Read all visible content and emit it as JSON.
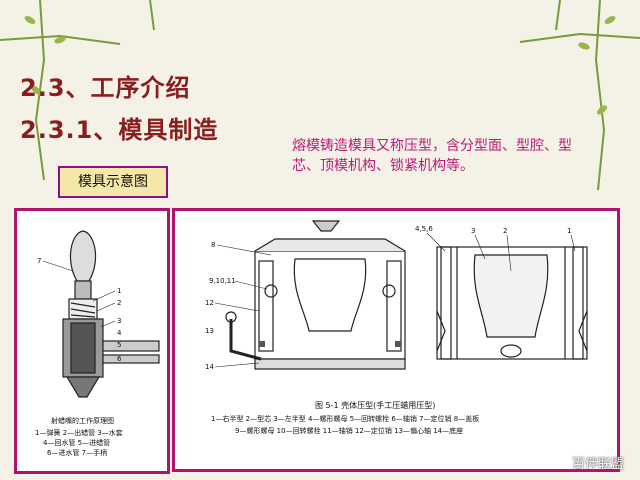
{
  "slide": {
    "heading_1": "2.3、工序介绍",
    "heading_2": "2.3.1、模具制造",
    "description": "熔模铸造模具又称压型，含分型面、型腔、型芯、顶模机构、锁紧机构等。",
    "label_box": "模具示意图",
    "watermark": "百伴联盟"
  },
  "left_figure": {
    "caption": "射蜡嘴的工作原理图",
    "callouts": [
      "7",
      "1",
      "2",
      "3",
      "4",
      "5",
      "6"
    ],
    "legend": [
      "1—弹簧  2—出蜡管  3—水套",
      "4—回水管  5—进蜡管",
      "6—进水管  7—手柄"
    ]
  },
  "right_figure": {
    "caption": "图 5-1   壳体压型(手工压蜡用压型)",
    "callouts_left": [
      "8",
      "9,10,11",
      "12",
      "13",
      "14"
    ],
    "callouts_top": [
      "4,5,6",
      "3",
      "2",
      "1"
    ],
    "legend": [
      "1—右半型  2—型芯  3—左半型  4—螺形螺母  5—回转螺栓  6—轴销  7—定位销  8—盖板",
      "9—螺形螺母  10—回转螺栓  11—轴销  12—定位销  13—偏心轴  14—底座"
    ]
  },
  "colors": {
    "title": "#8a1d1d",
    "description": "#c0187a",
    "panel_border": "#b0126e",
    "label_fill": "#f3e8a8",
    "vine": "#7a9a3a"
  }
}
